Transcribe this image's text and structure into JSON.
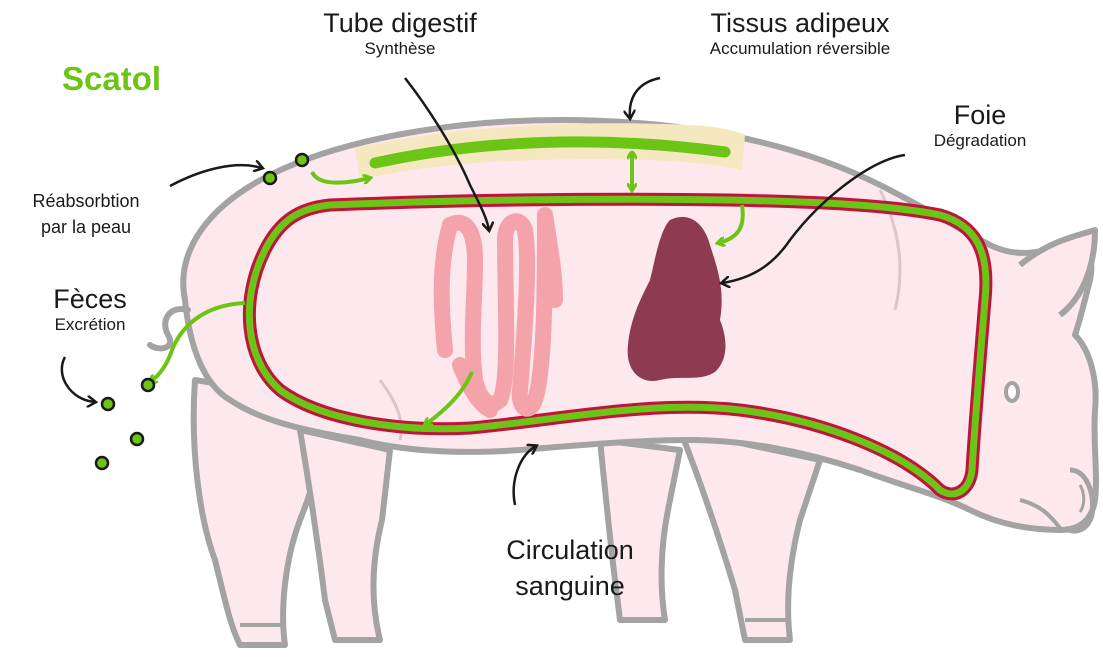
{
  "title": "Scatol",
  "colors": {
    "title": "#6cc417",
    "body_fill": "#fde8ee",
    "body_outline": "#a3a3a3",
    "circulation_green": "#6cc417",
    "circulation_red": "#c0143c",
    "fat_band": "#f5e8c0",
    "intestine": "#f4a3ab",
    "liver": "#8e3b52",
    "dot_fill": "#6cc417",
    "dot_outline": "#1a1a1a"
  },
  "labels": {
    "tube": {
      "name": "Tube digestif",
      "role": "Synthèse"
    },
    "tissus": {
      "name": "Tissus adipeux",
      "role": "Accumulation réversible"
    },
    "foie": {
      "name": "Foie",
      "role": "Dégradation"
    },
    "reabsorption": {
      "line1": "Réabsorbtion",
      "line2": "par la peau"
    },
    "feces": {
      "name": "Fèces",
      "role": "Excrétion"
    },
    "circulation": {
      "line1": "Circulation",
      "line2": "sanguine"
    }
  }
}
